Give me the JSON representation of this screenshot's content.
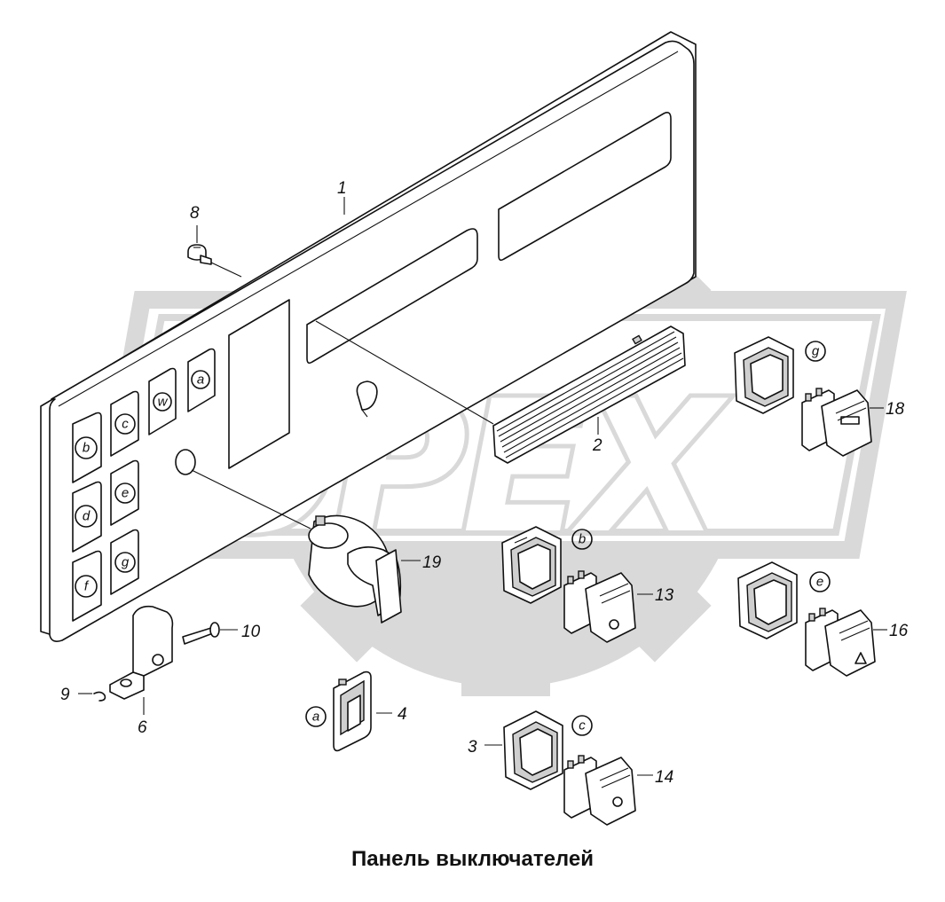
{
  "caption": "Панель выключателей",
  "watermark_text": "OPEX",
  "callouts": {
    "c1": "1",
    "c2": "2",
    "c3": "3",
    "c4": "4",
    "c6": "6",
    "c8": "8",
    "c9": "9",
    "c10": "10",
    "c13": "13",
    "c14": "14",
    "c16": "16",
    "c18": "18",
    "c19": "19"
  },
  "slot_letters": {
    "a": "a",
    "b": "b",
    "c": "c",
    "d": "d",
    "e": "e",
    "f": "f",
    "g": "g",
    "w": "w"
  }
}
